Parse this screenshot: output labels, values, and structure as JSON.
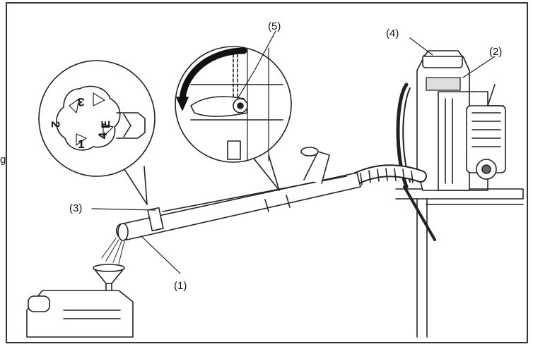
{
  "labels": {
    "nozzle": "(1)",
    "fuel_tank": "(2)",
    "cap_ring": "(3)",
    "tank_cap": "(4)",
    "lever": "(5)"
  },
  "dial_positions": [
    "1",
    "2",
    "3",
    "4",
    "E"
  ],
  "stray_text": "g"
}
